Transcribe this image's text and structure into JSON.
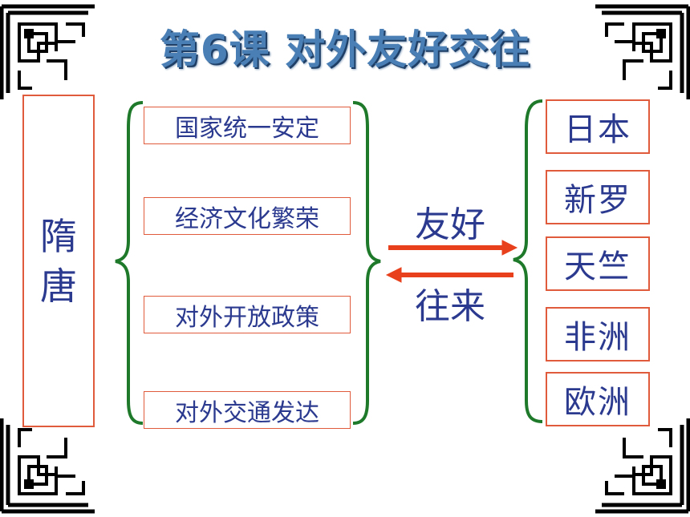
{
  "title": "第6课 对外友好交往",
  "era": {
    "line1": "隋",
    "line2": "唐"
  },
  "causes": [
    "国家统一安定",
    "经济文化繁荣",
    "对外开放政策",
    "对外交通发达"
  ],
  "exchange": {
    "top": "友好",
    "bottom": "往来"
  },
  "countries": [
    "日本",
    "新罗",
    "天竺",
    "非洲",
    "欧洲"
  ],
  "colors": {
    "title": "#4a7fb5",
    "text": "#2b3a8f",
    "box_border": "#e05a3c",
    "brace": "#1e7a2a",
    "arrow": "#e8401c"
  }
}
